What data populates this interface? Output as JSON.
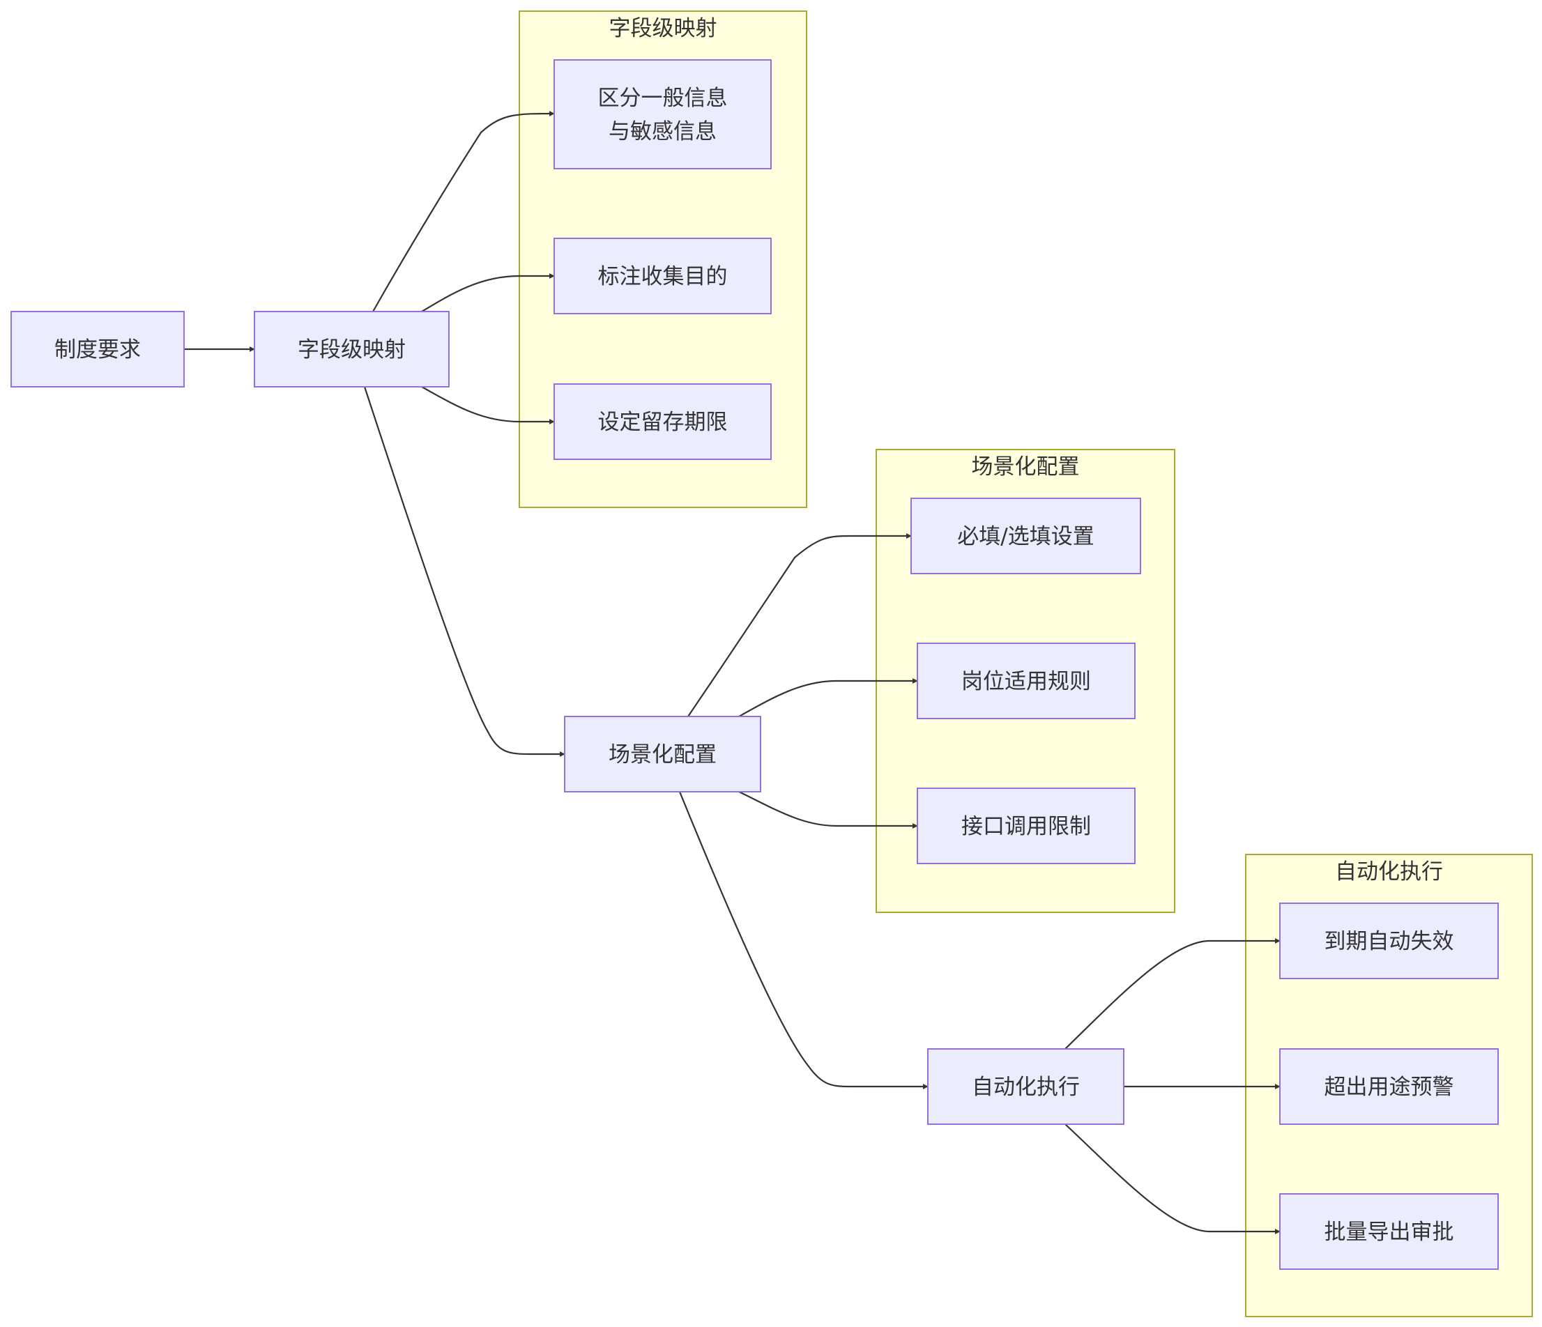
{
  "diagram": {
    "clusters": [
      {
        "id": "c_fields",
        "title": "字段级映射"
      },
      {
        "id": "c_scene",
        "title": "场景化配置"
      },
      {
        "id": "c_auto",
        "title": "自动化执行"
      }
    ],
    "nodes": [
      {
        "id": "policy",
        "lines": [
          "制度要求"
        ]
      },
      {
        "id": "fieldmap",
        "lines": [
          "字段级映射"
        ]
      },
      {
        "id": "distinguish",
        "lines": [
          "区分一般信息",
          "与敏感信息"
        ]
      },
      {
        "id": "purpose",
        "lines": [
          "标注收集目的"
        ]
      },
      {
        "id": "retention",
        "lines": [
          "设定留存期限"
        ]
      },
      {
        "id": "scene",
        "lines": [
          "场景化配置"
        ]
      },
      {
        "id": "required",
        "lines": [
          "必填/选填设置"
        ]
      },
      {
        "id": "rolerule",
        "lines": [
          "岗位适用规则"
        ]
      },
      {
        "id": "apilimit",
        "lines": [
          "接口调用限制"
        ]
      },
      {
        "id": "auto",
        "lines": [
          "自动化执行"
        ]
      },
      {
        "id": "expire",
        "lines": [
          "到期自动失效"
        ]
      },
      {
        "id": "overuse",
        "lines": [
          "超出用途预警"
        ]
      },
      {
        "id": "batchexport",
        "lines": [
          "批量导出审批"
        ]
      }
    ],
    "edges": [
      {
        "from": "policy",
        "to": "fieldmap"
      },
      {
        "from": "fieldmap",
        "to": "distinguish"
      },
      {
        "from": "fieldmap",
        "to": "purpose"
      },
      {
        "from": "fieldmap",
        "to": "retention"
      },
      {
        "from": "fieldmap",
        "to": "scene"
      },
      {
        "from": "scene",
        "to": "required"
      },
      {
        "from": "scene",
        "to": "rolerule"
      },
      {
        "from": "scene",
        "to": "apilimit"
      },
      {
        "from": "scene",
        "to": "auto"
      },
      {
        "from": "auto",
        "to": "expire"
      },
      {
        "from": "auto",
        "to": "overuse"
      },
      {
        "from": "auto",
        "to": "batchexport"
      }
    ]
  }
}
